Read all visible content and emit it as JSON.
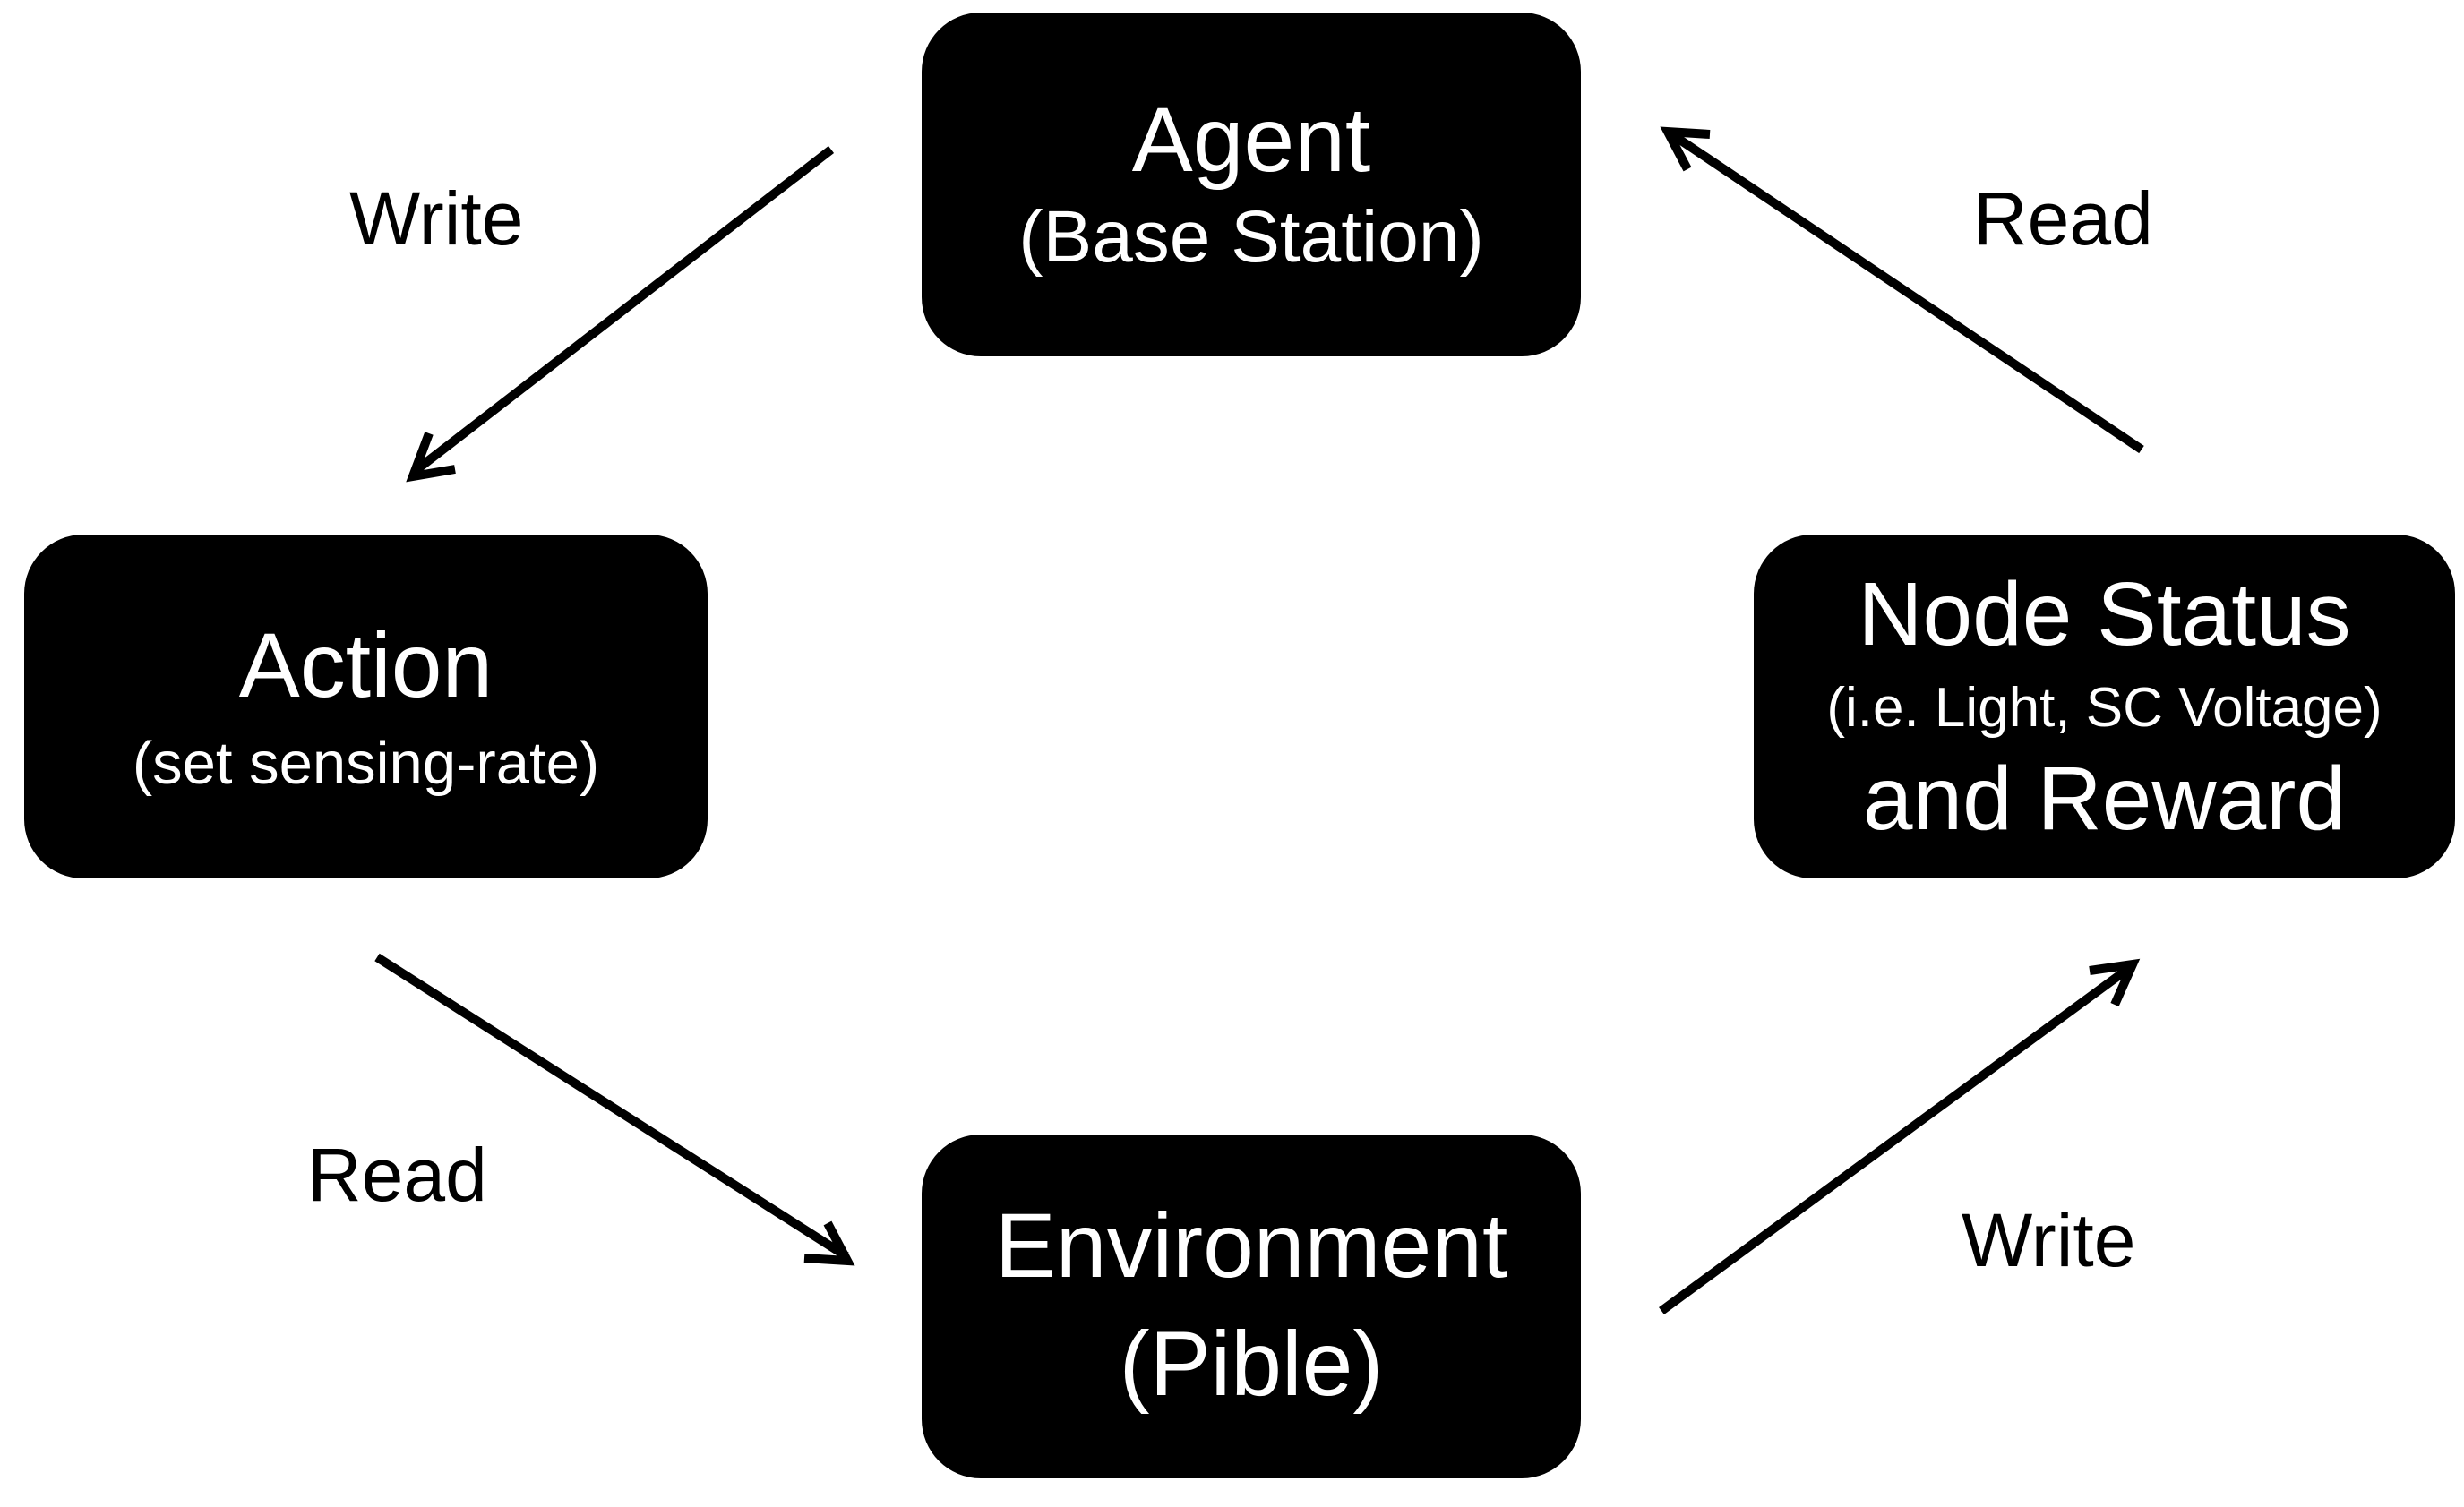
{
  "nodes": {
    "agent": {
      "title": "Agent",
      "subtitle": "(Base Station)"
    },
    "action": {
      "title": "Action",
      "subtitle": "(set sensing-rate)"
    },
    "status": {
      "title": "Node Status",
      "subtitle": "(i.e. Light, SC Voltage)",
      "title2": "and Reward"
    },
    "environment": {
      "title": "Environment",
      "subtitle": "(Pible)"
    }
  },
  "edges": {
    "agent_to_action": {
      "label": "Write"
    },
    "status_to_agent": {
      "label": "Read"
    },
    "action_to_environment": {
      "label": "Read"
    },
    "environment_to_status": {
      "label": "Write"
    }
  },
  "colors": {
    "node_fill": "#000000",
    "node_text": "#ffffff",
    "arrow": "#000000",
    "background": "#ffffff"
  }
}
